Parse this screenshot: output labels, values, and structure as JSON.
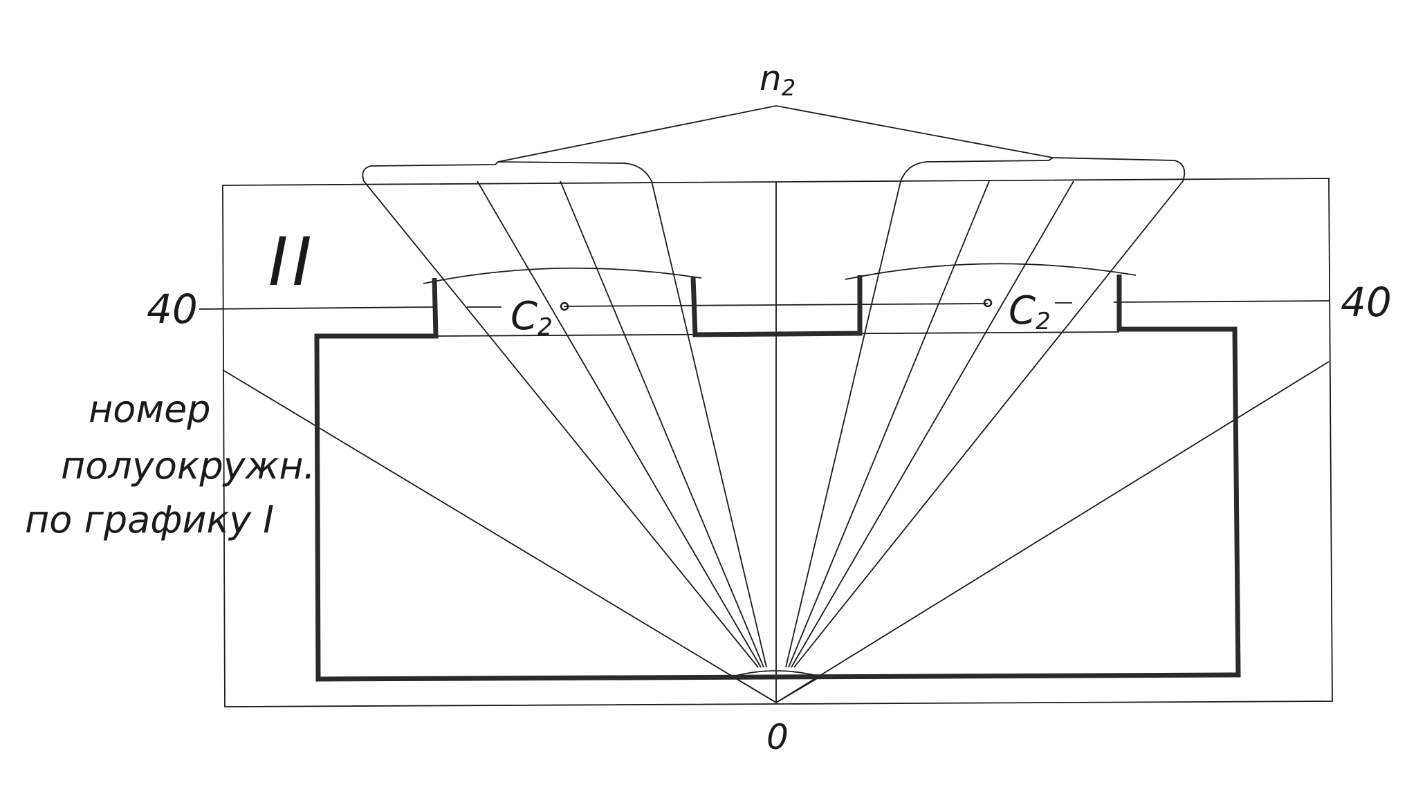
{
  "labels": {
    "top": "n",
    "top_sub": "2",
    "bottom": "0",
    "left_value": "40",
    "right_value": "40",
    "region": "II",
    "c_left": "C",
    "c_left_sub": "2",
    "c_right": "C",
    "c_right_sub": "2",
    "note": [
      "номер",
      "полуокружн.",
      "по графику I"
    ]
  }
}
